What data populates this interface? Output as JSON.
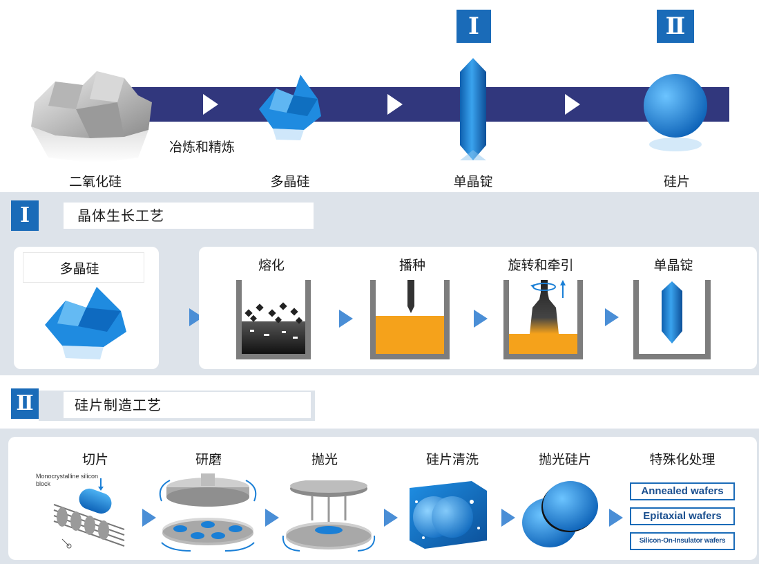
{
  "top": {
    "badge_1": "Ⅰ",
    "badge_2": "Ⅱ",
    "refine_label": "冶炼和精炼",
    "stages": [
      "二氧化硅",
      "多晶硅",
      "单晶锭",
      "硅片"
    ]
  },
  "section1": {
    "badge": "Ⅰ",
    "title": "晶体生长工艺",
    "input_label": "多晶硅",
    "steps": [
      "熔化",
      "播种",
      "旋转和牵引",
      "单晶锭"
    ]
  },
  "section2": {
    "badge": "Ⅱ",
    "title": "硅片制造工艺",
    "steps": [
      "切片",
      "研磨",
      "抛光",
      "硅片清洗",
      "抛光硅片",
      "特殊化处理"
    ],
    "slicing_note": "Monocrystalline silicon block",
    "special_types": [
      "Annealed wafers",
      "Epitaxial wafers",
      "Silicon-On-Insulator wafers"
    ]
  },
  "colors": {
    "band": "#31377d",
    "accent": "#1a6bb8",
    "molten": "#f5a21b",
    "panel": "#dde3ea"
  }
}
